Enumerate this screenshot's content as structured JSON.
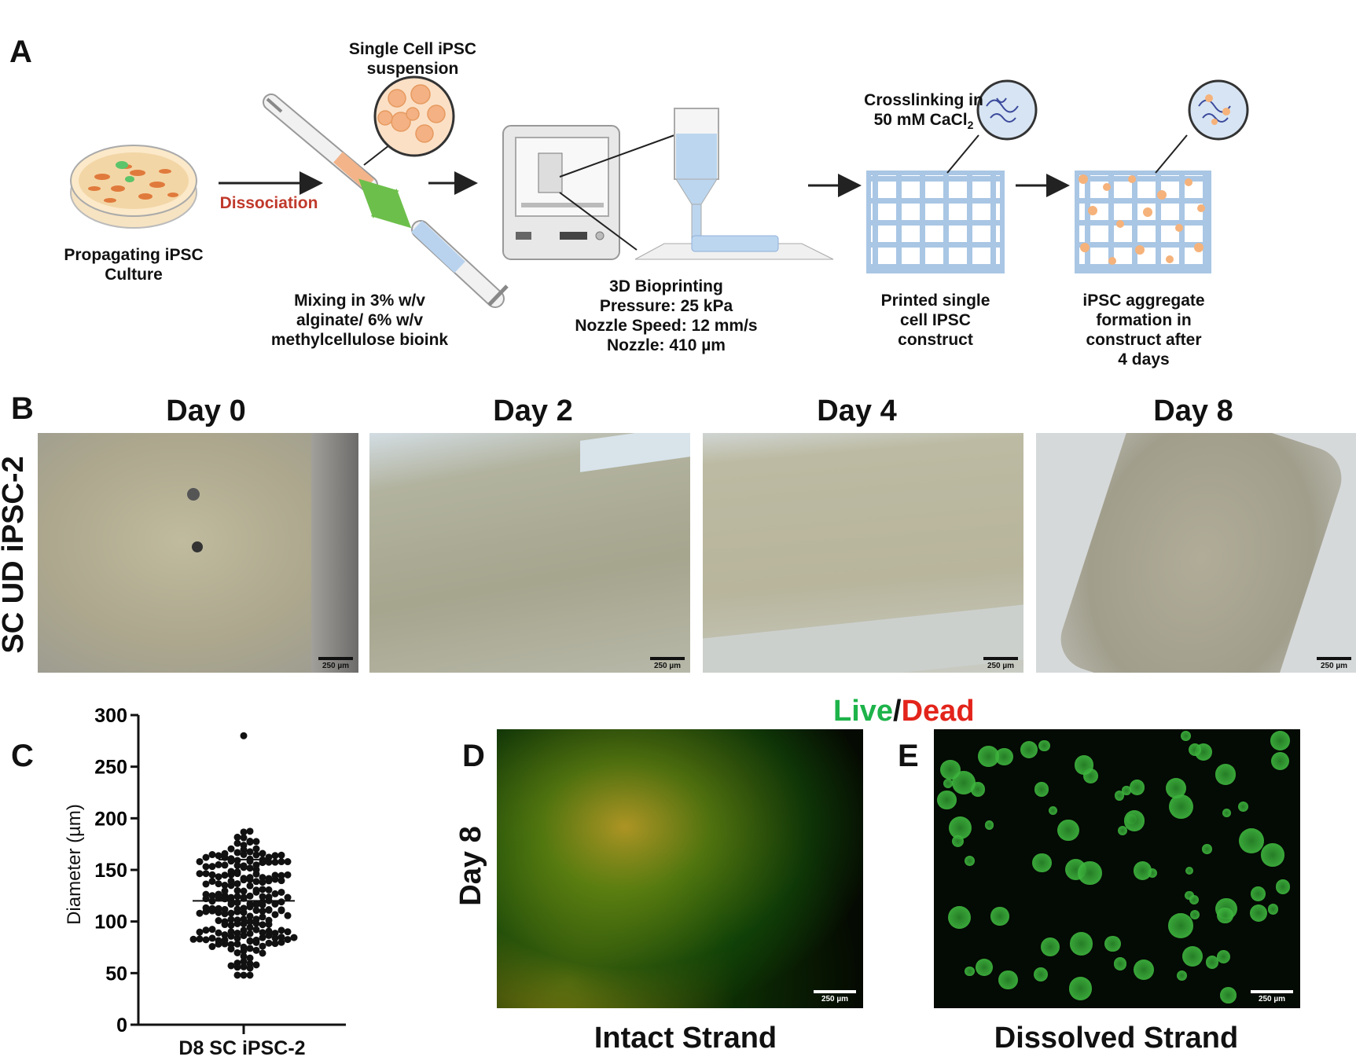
{
  "panel_labels": {
    "a": "A",
    "b": "B",
    "c": "C",
    "d": "D",
    "e": "E"
  },
  "panel_a": {
    "culture_label": "Propagating iPSC\nCulture",
    "dissociation_label": "Dissociation",
    "suspension_label": "Single Cell iPSC\nsuspension",
    "mixing_label": "Mixing in 3% w/v\nalginate/ 6% w/v\nmethylcellulose bioink",
    "bioprint_label": "3D Bioprinting\nPressure: 25 kPa\nNozzle Speed: 12 mm/s\nNozzle: 410 µm",
    "crosslink_label_pre": "Crosslinking in\n50 mM CaCl",
    "crosslink_sub": "2",
    "construct_label": "Printed single\ncell IPSC\nconstruct",
    "aggregate_label": "iPSC aggregate\nformation in\nconstruct after\n4 days",
    "colors": {
      "dissociation": "#c0392b",
      "grid": "#a9c6e4",
      "aggregate": "#f5b27a",
      "mix_arrow": "#6dbf4b"
    }
  },
  "panel_b": {
    "row_label": "SC UD iPSC-2",
    "days": [
      {
        "title": "Day 0",
        "scale": "250 µm"
      },
      {
        "title": "Day 2",
        "scale": "250 µm"
      },
      {
        "title": "Day 4",
        "scale": "250 µm"
      },
      {
        "title": "Day 8",
        "scale": "250 µm"
      }
    ]
  },
  "panel_c": {
    "chart_data": {
      "type": "scatter",
      "categories": [
        "D8 SC iPSC-2"
      ],
      "ylabel": "Diameter (µm)",
      "xlabel": "",
      "ylim": [
        0,
        300
      ],
      "yticks": [
        0,
        50,
        100,
        150,
        200,
        250,
        300
      ],
      "mean": 120,
      "sd_upper": 160,
      "max_point": 280,
      "min_point": 48,
      "n_points_approx": 220
    }
  },
  "panel_de": {
    "live_label": "Live",
    "slash": "/",
    "dead_label": "Dead",
    "live_color": "#1db34a",
    "dead_color": "#e3241b",
    "row_label": "Day 8",
    "d_caption": "Intact Strand",
    "e_caption": "Dissolved Strand",
    "scale": "250 µm"
  }
}
